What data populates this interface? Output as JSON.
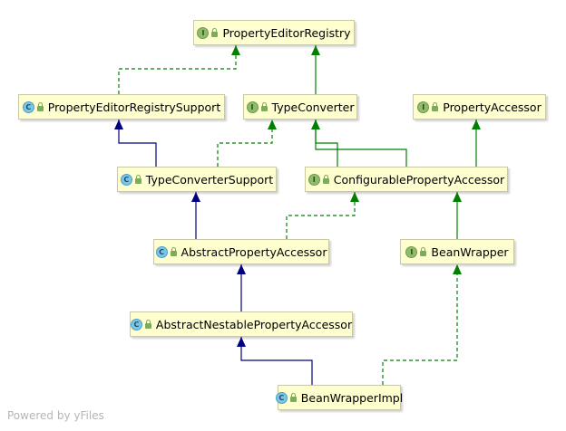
{
  "nodes": {
    "property_editor_registry": {
      "kind": "I",
      "label": "PropertyEditorRegistry"
    },
    "property_editor_registry_support": {
      "kind": "C",
      "label": "PropertyEditorRegistrySupport"
    },
    "type_converter": {
      "kind": "I",
      "label": "TypeConverter"
    },
    "property_accessor": {
      "kind": "I",
      "label": "PropertyAccessor"
    },
    "type_converter_support": {
      "kind": "C",
      "label": "TypeConverterSupport"
    },
    "configurable_property_accessor": {
      "kind": "I",
      "label": "ConfigurablePropertyAccessor"
    },
    "abstract_property_accessor": {
      "kind": "C",
      "label": "AbstractPropertyAccessor"
    },
    "bean_wrapper": {
      "kind": "I",
      "label": "BeanWrapper"
    },
    "abstract_nestable_property_accessor": {
      "kind": "C",
      "label": "AbstractNestablePropertyAccessor"
    },
    "bean_wrapper_impl": {
      "kind": "C",
      "label": "BeanWrapperImpl"
    }
  },
  "edges": [
    {
      "from": "property_editor_registry_support",
      "to": "property_editor_registry",
      "type": "implements"
    },
    {
      "from": "configurable_property_accessor",
      "to": "property_editor_registry",
      "type": "extends-interface"
    },
    {
      "from": "type_converter_support",
      "to": "property_editor_registry_support",
      "type": "extends"
    },
    {
      "from": "type_converter_support",
      "to": "type_converter",
      "type": "implements"
    },
    {
      "from": "configurable_property_accessor",
      "to": "type_converter",
      "type": "extends-interface"
    },
    {
      "from": "configurable_property_accessor",
      "to": "property_accessor",
      "type": "extends-interface"
    },
    {
      "from": "abstract_property_accessor",
      "to": "type_converter_support",
      "type": "extends"
    },
    {
      "from": "abstract_property_accessor",
      "to": "configurable_property_accessor",
      "type": "implements"
    },
    {
      "from": "bean_wrapper",
      "to": "configurable_property_accessor",
      "type": "extends-interface"
    },
    {
      "from": "abstract_nestable_property_accessor",
      "to": "abstract_property_accessor",
      "type": "extends"
    },
    {
      "from": "bean_wrapper_impl",
      "to": "abstract_nestable_property_accessor",
      "type": "extends"
    },
    {
      "from": "bean_wrapper_impl",
      "to": "bean_wrapper",
      "type": "implements"
    }
  ],
  "colors": {
    "extends": "#00007f",
    "implements": "#007f00",
    "extends-interface": "#007f00",
    "node_fill": "#fefecf"
  },
  "footer": "Powered by yFiles"
}
